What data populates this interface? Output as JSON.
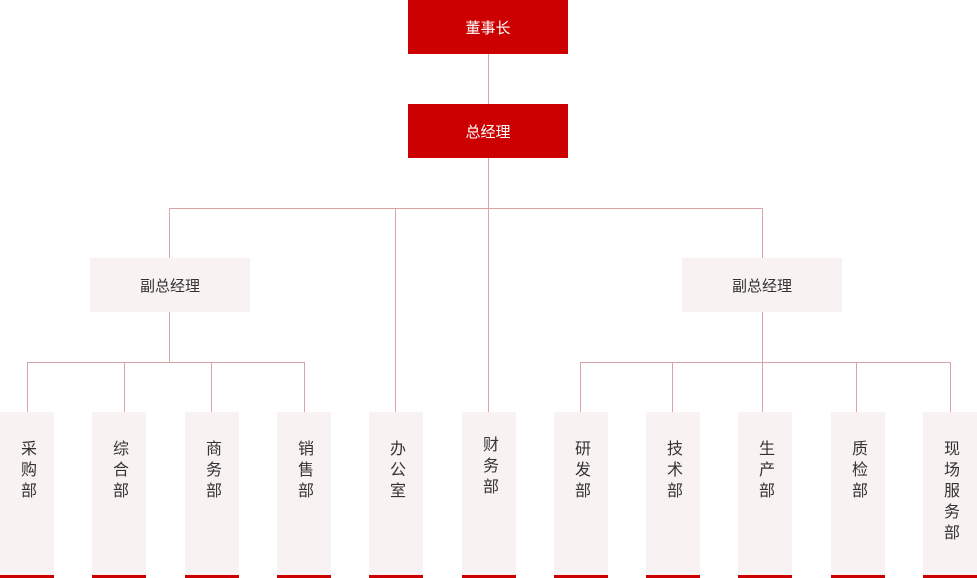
{
  "chairman": "董事长",
  "general_manager": "总经理",
  "deputy_left": "副总经理",
  "deputy_right": "副总经理",
  "departments": [
    "采购部",
    "综合部",
    "商务部",
    "销售部",
    "办公室",
    "财务部",
    "研发部",
    "技术部",
    "生产部",
    "质检部",
    "现场服务部"
  ],
  "colors": {
    "primary": "#cc0000",
    "light_box": "#f8f3f2",
    "connector": "#d9a4a8"
  }
}
